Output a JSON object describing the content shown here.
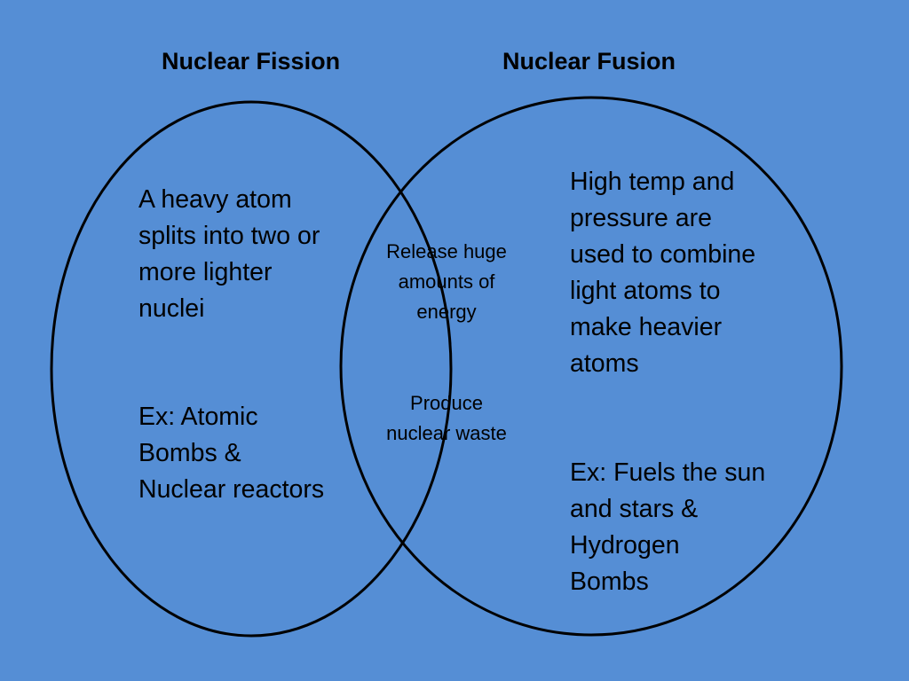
{
  "background_color": "#558ed5",
  "stroke_color": "#000000",
  "left_set": {
    "title": "Nuclear Fission",
    "definition_lines": [
      "A heavy atom",
      "splits into two or",
      "more lighter",
      "nuclei"
    ],
    "example_lines": [
      "Ex: Atomic",
      "Bombs &",
      "Nuclear reactors"
    ]
  },
  "right_set": {
    "title": "Nuclear Fusion",
    "definition_lines": [
      "High temp and",
      "pressure are",
      "used to combine",
      "light atoms to",
      "make heavier",
      "atoms"
    ],
    "example_lines": [
      "Ex: Fuels the sun",
      "and stars &",
      "Hydrogen",
      "Bombs"
    ]
  },
  "overlap": {
    "item_1_lines": [
      "Release huge",
      "amounts of",
      "energy"
    ],
    "item_2_lines": [
      "Produce",
      "nuclear waste"
    ]
  }
}
